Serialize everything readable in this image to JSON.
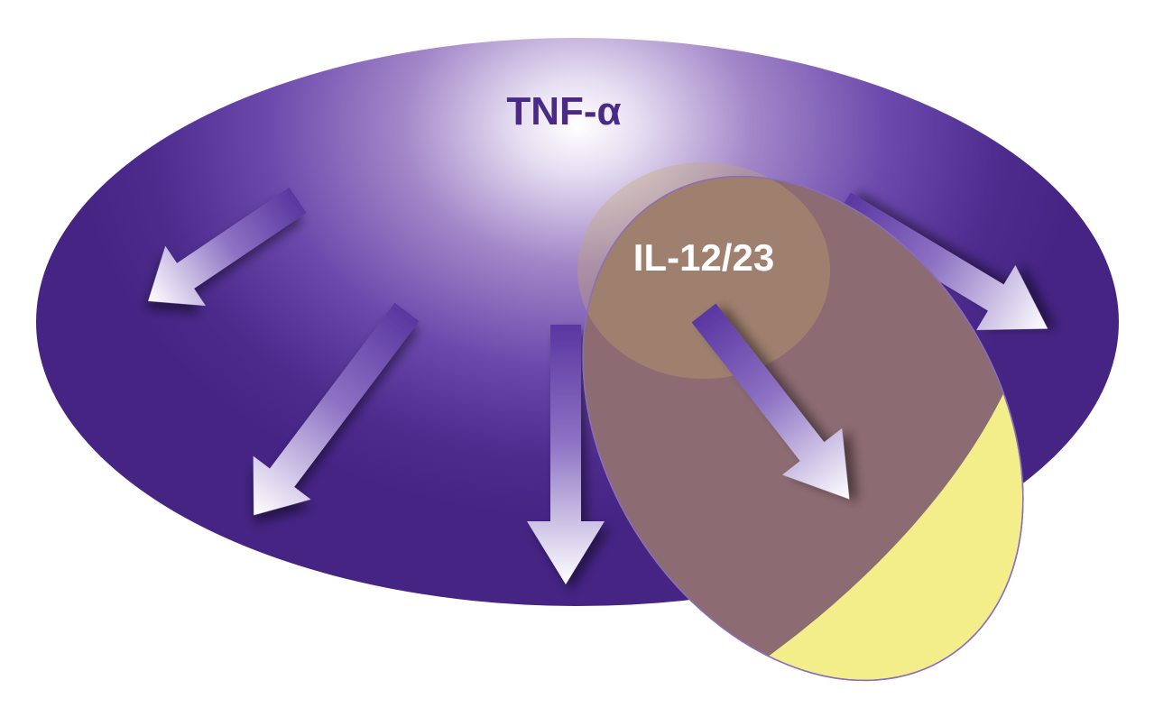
{
  "labels": {
    "outer": "TNF-α",
    "inner": "IL-12/23"
  },
  "colors": {
    "outer_edge": "#48268a",
    "outer_center": "#ffffff",
    "outer_label": "#4a2a86",
    "inner_fill": "#f4ee8a",
    "inner_overlap": "#836070",
    "inner_label": "#ffffff",
    "arrow_dark": "#5a36a0",
    "arrow_light": "#ffffff"
  },
  "arrows": [
    {
      "id": "left"
    },
    {
      "id": "lower-left"
    },
    {
      "id": "down"
    },
    {
      "id": "inner-down-right"
    },
    {
      "id": "right"
    }
  ]
}
